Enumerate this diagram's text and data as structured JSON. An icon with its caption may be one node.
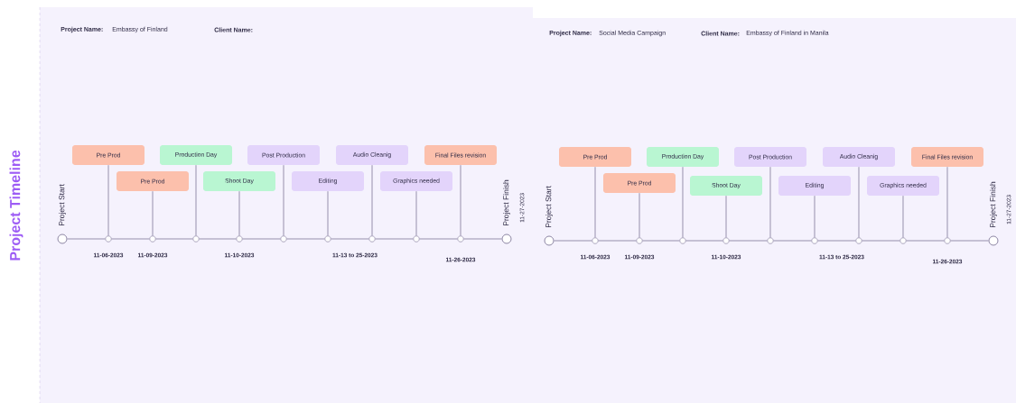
{
  "diagram": {
    "title": "Project Timeline",
    "nodes": [
      {
        "text": [
          "Pre Prod"
        ]
      },
      {
        "text": [
          "Pre Prod"
        ]
      },
      {
        "text": [
          "Production Day"
        ]
      },
      {
        "text": [
          "Shoot Day"
        ]
      },
      {
        "text": [
          "Post Production"
        ]
      },
      {
        "text": [
          "Editing"
        ]
      },
      {
        "text": [
          "Audio Cleanig"
        ]
      },
      {
        "text": [
          "Graphics needed"
        ]
      },
      {
        "text": [
          "Final Files revision"
        ]
      },
      {
        "text": [],
        "shape": "circle",
        "beside": [
          "Project Start"
        ]
      },
      {
        "text": [],
        "shape": "circle",
        "beside": [
          "11-06-2023"
        ]
      },
      {
        "text": [],
        "shape": "circle",
        "beside": [
          "11-09-2023"
        ]
      },
      {
        "text": [],
        "shape": "circle"
      },
      {
        "text": [],
        "shape": "circle",
        "beside": [
          "11-10-2023"
        ]
      },
      {
        "text": [],
        "shape": "circle"
      },
      {
        "text": [],
        "shape": "circle"
      },
      {
        "text": [],
        "shape": "circle"
      },
      {
        "text": [],
        "shape": "circle"
      },
      {
        "text": [],
        "shape": "circle",
        "beside": [
          "11-26-2023"
        ]
      },
      {
        "text": [],
        "shape": "circle",
        "beside": [
          "Project Finish",
          "11-27-2023"
        ]
      },
      {
        "text": [
          "Pre Prod"
        ]
      },
      {
        "text": [
          "Pre Prod"
        ]
      },
      {
        "text": [
          "Production Day"
        ]
      },
      {
        "text": [
          "Shoot Day"
        ]
      },
      {
        "text": [
          "Post Production"
        ]
      },
      {
        "text": [
          "Editing"
        ]
      },
      {
        "text": [
          "Audio Cleanig"
        ]
      },
      {
        "text": [
          "Graphics needed"
        ]
      },
      {
        "text": [
          "Final Files revision"
        ]
      },
      {
        "text": [],
        "shape": "circle",
        "beside": [
          "Project Start"
        ]
      },
      {
        "text": [],
        "shape": "circle",
        "beside": [
          "11-06-2023"
        ]
      },
      {
        "text": [],
        "shape": "circle",
        "beside": [
          "11-09-2023"
        ]
      },
      {
        "text": [],
        "shape": "circle"
      },
      {
        "text": [],
        "shape": "circle",
        "beside": [
          "11-10-2023"
        ]
      },
      {
        "text": [],
        "shape": "circle"
      },
      {
        "text": [],
        "shape": "circle"
      },
      {
        "text": [],
        "shape": "circle"
      },
      {
        "text": [],
        "shape": "circle"
      },
      {
        "text": [],
        "shape": "circle",
        "beside": [
          "11-26-2023"
        ]
      },
      {
        "text": [],
        "shape": "circle",
        "beside": [
          "Project Finish",
          "11-27-2023"
        ]
      }
    ],
    "edges": [
      {
        "from": 0,
        "to": 10,
        "arrow": "none"
      },
      {
        "from": 1,
        "to": 11,
        "arrow": "none"
      },
      {
        "from": 2,
        "to": 12,
        "arrow": "none"
      },
      {
        "from": 3,
        "to": 13,
        "arrow": "none"
      },
      {
        "from": 4,
        "to": 14,
        "arrow": "none"
      },
      {
        "from": 5,
        "to": 15,
        "arrow": "none"
      },
      {
        "from": 6,
        "to": 16,
        "arrow": "none"
      },
      {
        "from": 7,
        "to": 17,
        "arrow": "none"
      },
      {
        "from": 8,
        "to": 18,
        "arrow": "none"
      },
      {
        "from": 9,
        "to": 10,
        "arrow": "none"
      },
      {
        "from": 10,
        "to": 11,
        "arrow": "none"
      },
      {
        "from": 11,
        "to": 12,
        "arrow": "none"
      },
      {
        "from": 12,
        "to": 13,
        "arrow": "none"
      },
      {
        "from": 13,
        "to": 14,
        "arrow": "none"
      },
      {
        "from": 14,
        "to": 15,
        "arrow": "none"
      },
      {
        "from": 15,
        "to": 16,
        "arrow": "none"
      },
      {
        "from": 16,
        "to": 17,
        "arrow": "none"
      },
      {
        "from": 17,
        "to": 18,
        "arrow": "none"
      },
      {
        "from": 18,
        "to": 19,
        "arrow": "none"
      },
      {
        "from": 20,
        "to": 30,
        "arrow": "none"
      },
      {
        "from": 21,
        "to": 31,
        "arrow": "none"
      },
      {
        "from": 22,
        "to": 32,
        "arrow": "none"
      },
      {
        "from": 23,
        "to": 33,
        "arrow": "none"
      },
      {
        "from": 24,
        "to": 34,
        "arrow": "none"
      },
      {
        "from": 25,
        "to": 35,
        "arrow": "none"
      },
      {
        "from": 26,
        "to": 36,
        "arrow": "none"
      },
      {
        "from": 27,
        "to": 37,
        "arrow": "none"
      },
      {
        "from": 28,
        "to": 38,
        "arrow": "none"
      },
      {
        "from": 29,
        "to": 30,
        "arrow": "none"
      },
      {
        "from": 30,
        "to": 31,
        "arrow": "none"
      },
      {
        "from": 31,
        "to": 32,
        "arrow": "none"
      },
      {
        "from": 32,
        "to": 33,
        "arrow": "none"
      },
      {
        "from": 33,
        "to": 34,
        "arrow": "none"
      },
      {
        "from": 34,
        "to": 35,
        "arrow": "none"
      },
      {
        "from": 35,
        "to": 36,
        "arrow": "none"
      },
      {
        "from": 36,
        "to": 37,
        "arrow": "none"
      },
      {
        "from": 37,
        "to": 38,
        "arrow": "none"
      },
      {
        "from": 38,
        "to": 39,
        "arrow": "none"
      }
    ],
    "labels": [
      "Project Name:",
      "Embassy of Finland",
      "Client Name:",
      "Project Name:",
      "Social Media Campaign",
      "Client Name:",
      "Embassy of Finland in Manila",
      "11-13 to 25-2023",
      "11-13 to 25-2023"
    ]
  }
}
